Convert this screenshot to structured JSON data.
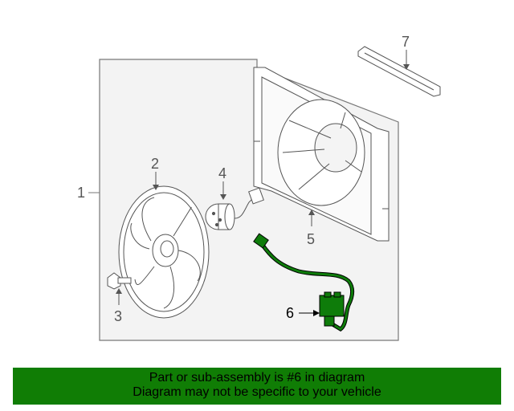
{
  "callouts": {
    "c1": "1",
    "c2": "2",
    "c3": "3",
    "c4": "4",
    "c5": "5",
    "c6": "6",
    "c7": "7"
  },
  "highlight_color": "#0e7c0a",
  "banner": {
    "background": "#107d05",
    "line1": "Part or sub-assembly is #6 in diagram",
    "line2": "Diagram may not be specific to your vehicle"
  }
}
